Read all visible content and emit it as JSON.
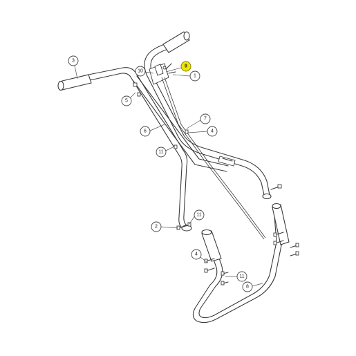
{
  "figure": {
    "highlight_color": "#f2e600",
    "callouts": [
      {
        "id": "c3",
        "label": "3",
        "highlighted": false
      },
      {
        "id": "c10",
        "label": "10",
        "highlighted": false
      },
      {
        "id": "c9",
        "label": "9",
        "highlighted": true
      },
      {
        "id": "c1",
        "label": "1",
        "highlighted": false
      },
      {
        "id": "c5",
        "label": "5",
        "highlighted": false
      },
      {
        "id": "c6",
        "label": "6",
        "highlighted": false
      },
      {
        "id": "c7",
        "label": "7",
        "highlighted": false
      },
      {
        "id": "c4a",
        "label": "4",
        "highlighted": false
      },
      {
        "id": "c11a",
        "label": "11",
        "highlighted": false
      },
      {
        "id": "c11b",
        "label": "11",
        "highlighted": false
      },
      {
        "id": "c2",
        "label": "2",
        "highlighted": false
      },
      {
        "id": "c4b",
        "label": "4",
        "highlighted": false
      },
      {
        "id": "c11c",
        "label": "11",
        "highlighted": false
      },
      {
        "id": "c8",
        "label": "8",
        "highlighted": false
      }
    ]
  }
}
